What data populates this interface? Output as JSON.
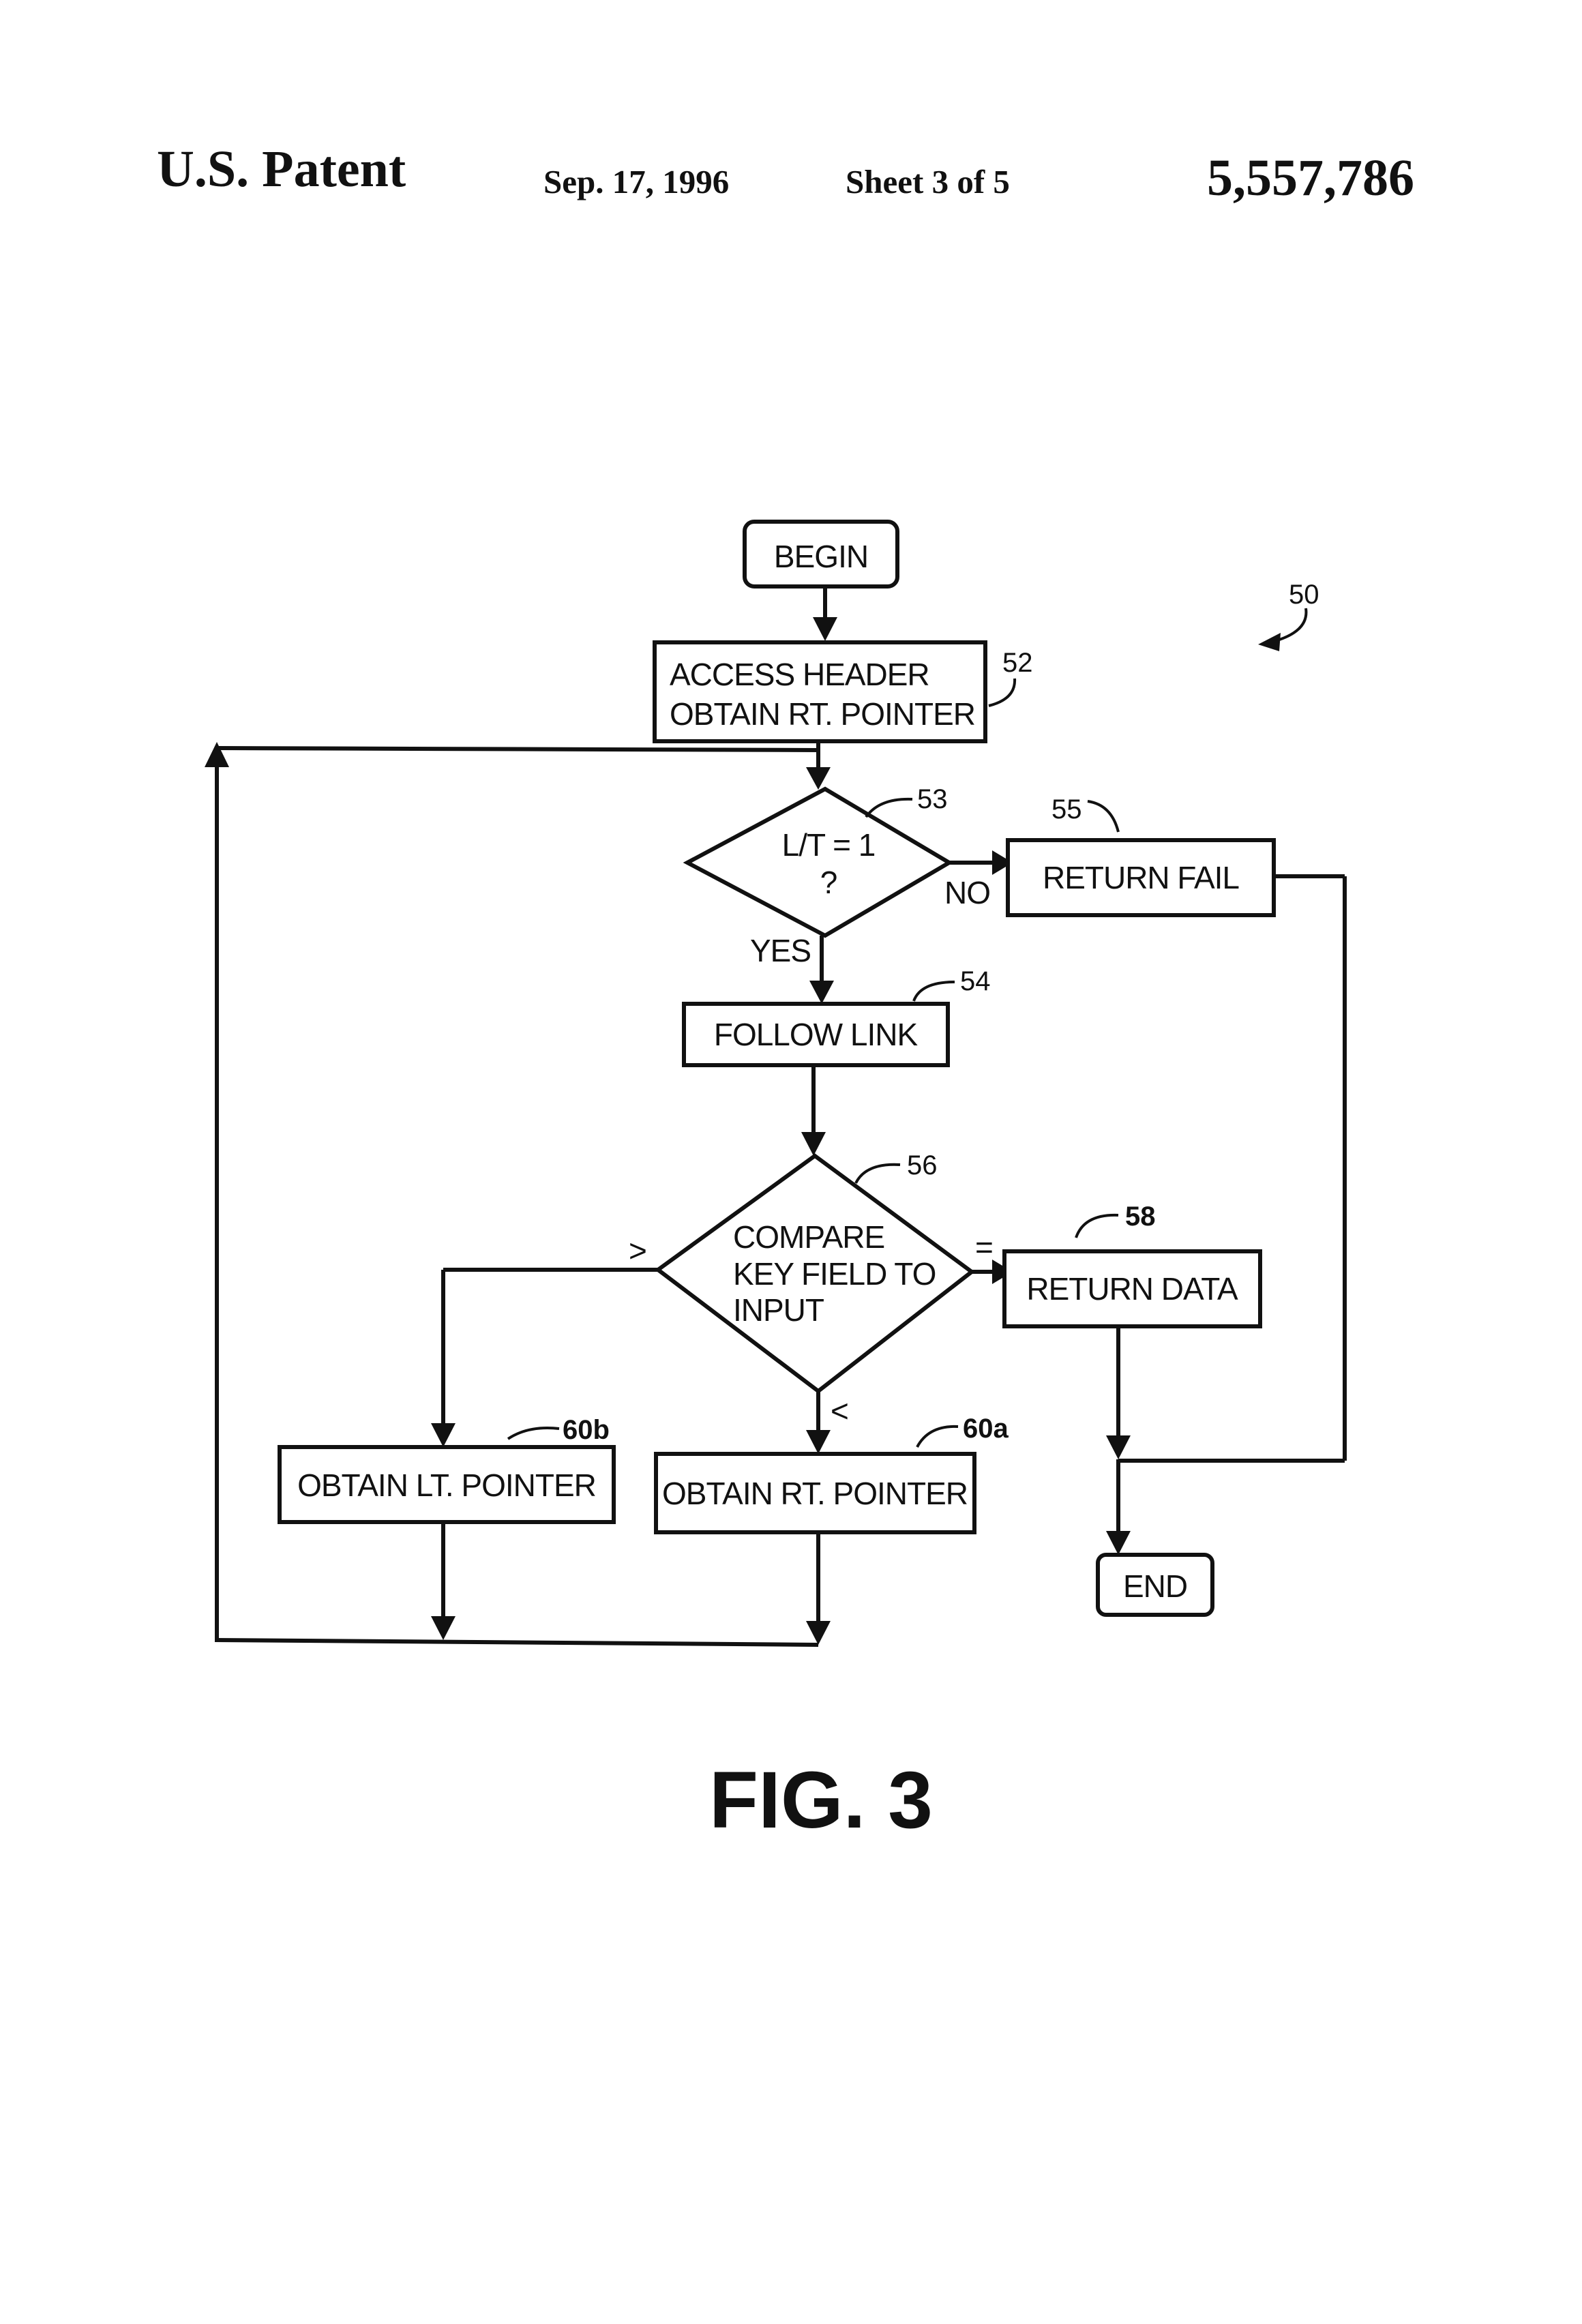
{
  "header": {
    "patent": "U.S. Patent",
    "date": "Sep. 17, 1996",
    "sheet": "Sheet 3 of 5",
    "number": "5,557,786"
  },
  "figure_ref": "50",
  "nodes": {
    "begin": "BEGIN",
    "access_line1": "ACCESS HEADER",
    "access_line2": "OBTAIN RT. POINTER",
    "decision1_line1": "L/T = 1",
    "decision1_line2": "?",
    "return_fail": "RETURN FAIL",
    "follow_link": "FOLLOW LINK",
    "compare_line1": "COMPARE",
    "compare_line2": "KEY FIELD TO",
    "compare_line3": "INPUT",
    "return_data": "RETURN DATA",
    "obtain_lt": "OBTAIN LT. POINTER",
    "obtain_rt": "OBTAIN RT. POINTER",
    "end": "END"
  },
  "refs": {
    "r52": "52",
    "r53": "53",
    "r54": "54",
    "r55": "55",
    "r56": "56",
    "r58": "58",
    "r60a": "60a",
    "r60b": "60b"
  },
  "edge_labels": {
    "no": "NO",
    "yes": "YES",
    "greater": ">",
    "less": "<",
    "equal": "="
  },
  "caption": "FIG. 3"
}
